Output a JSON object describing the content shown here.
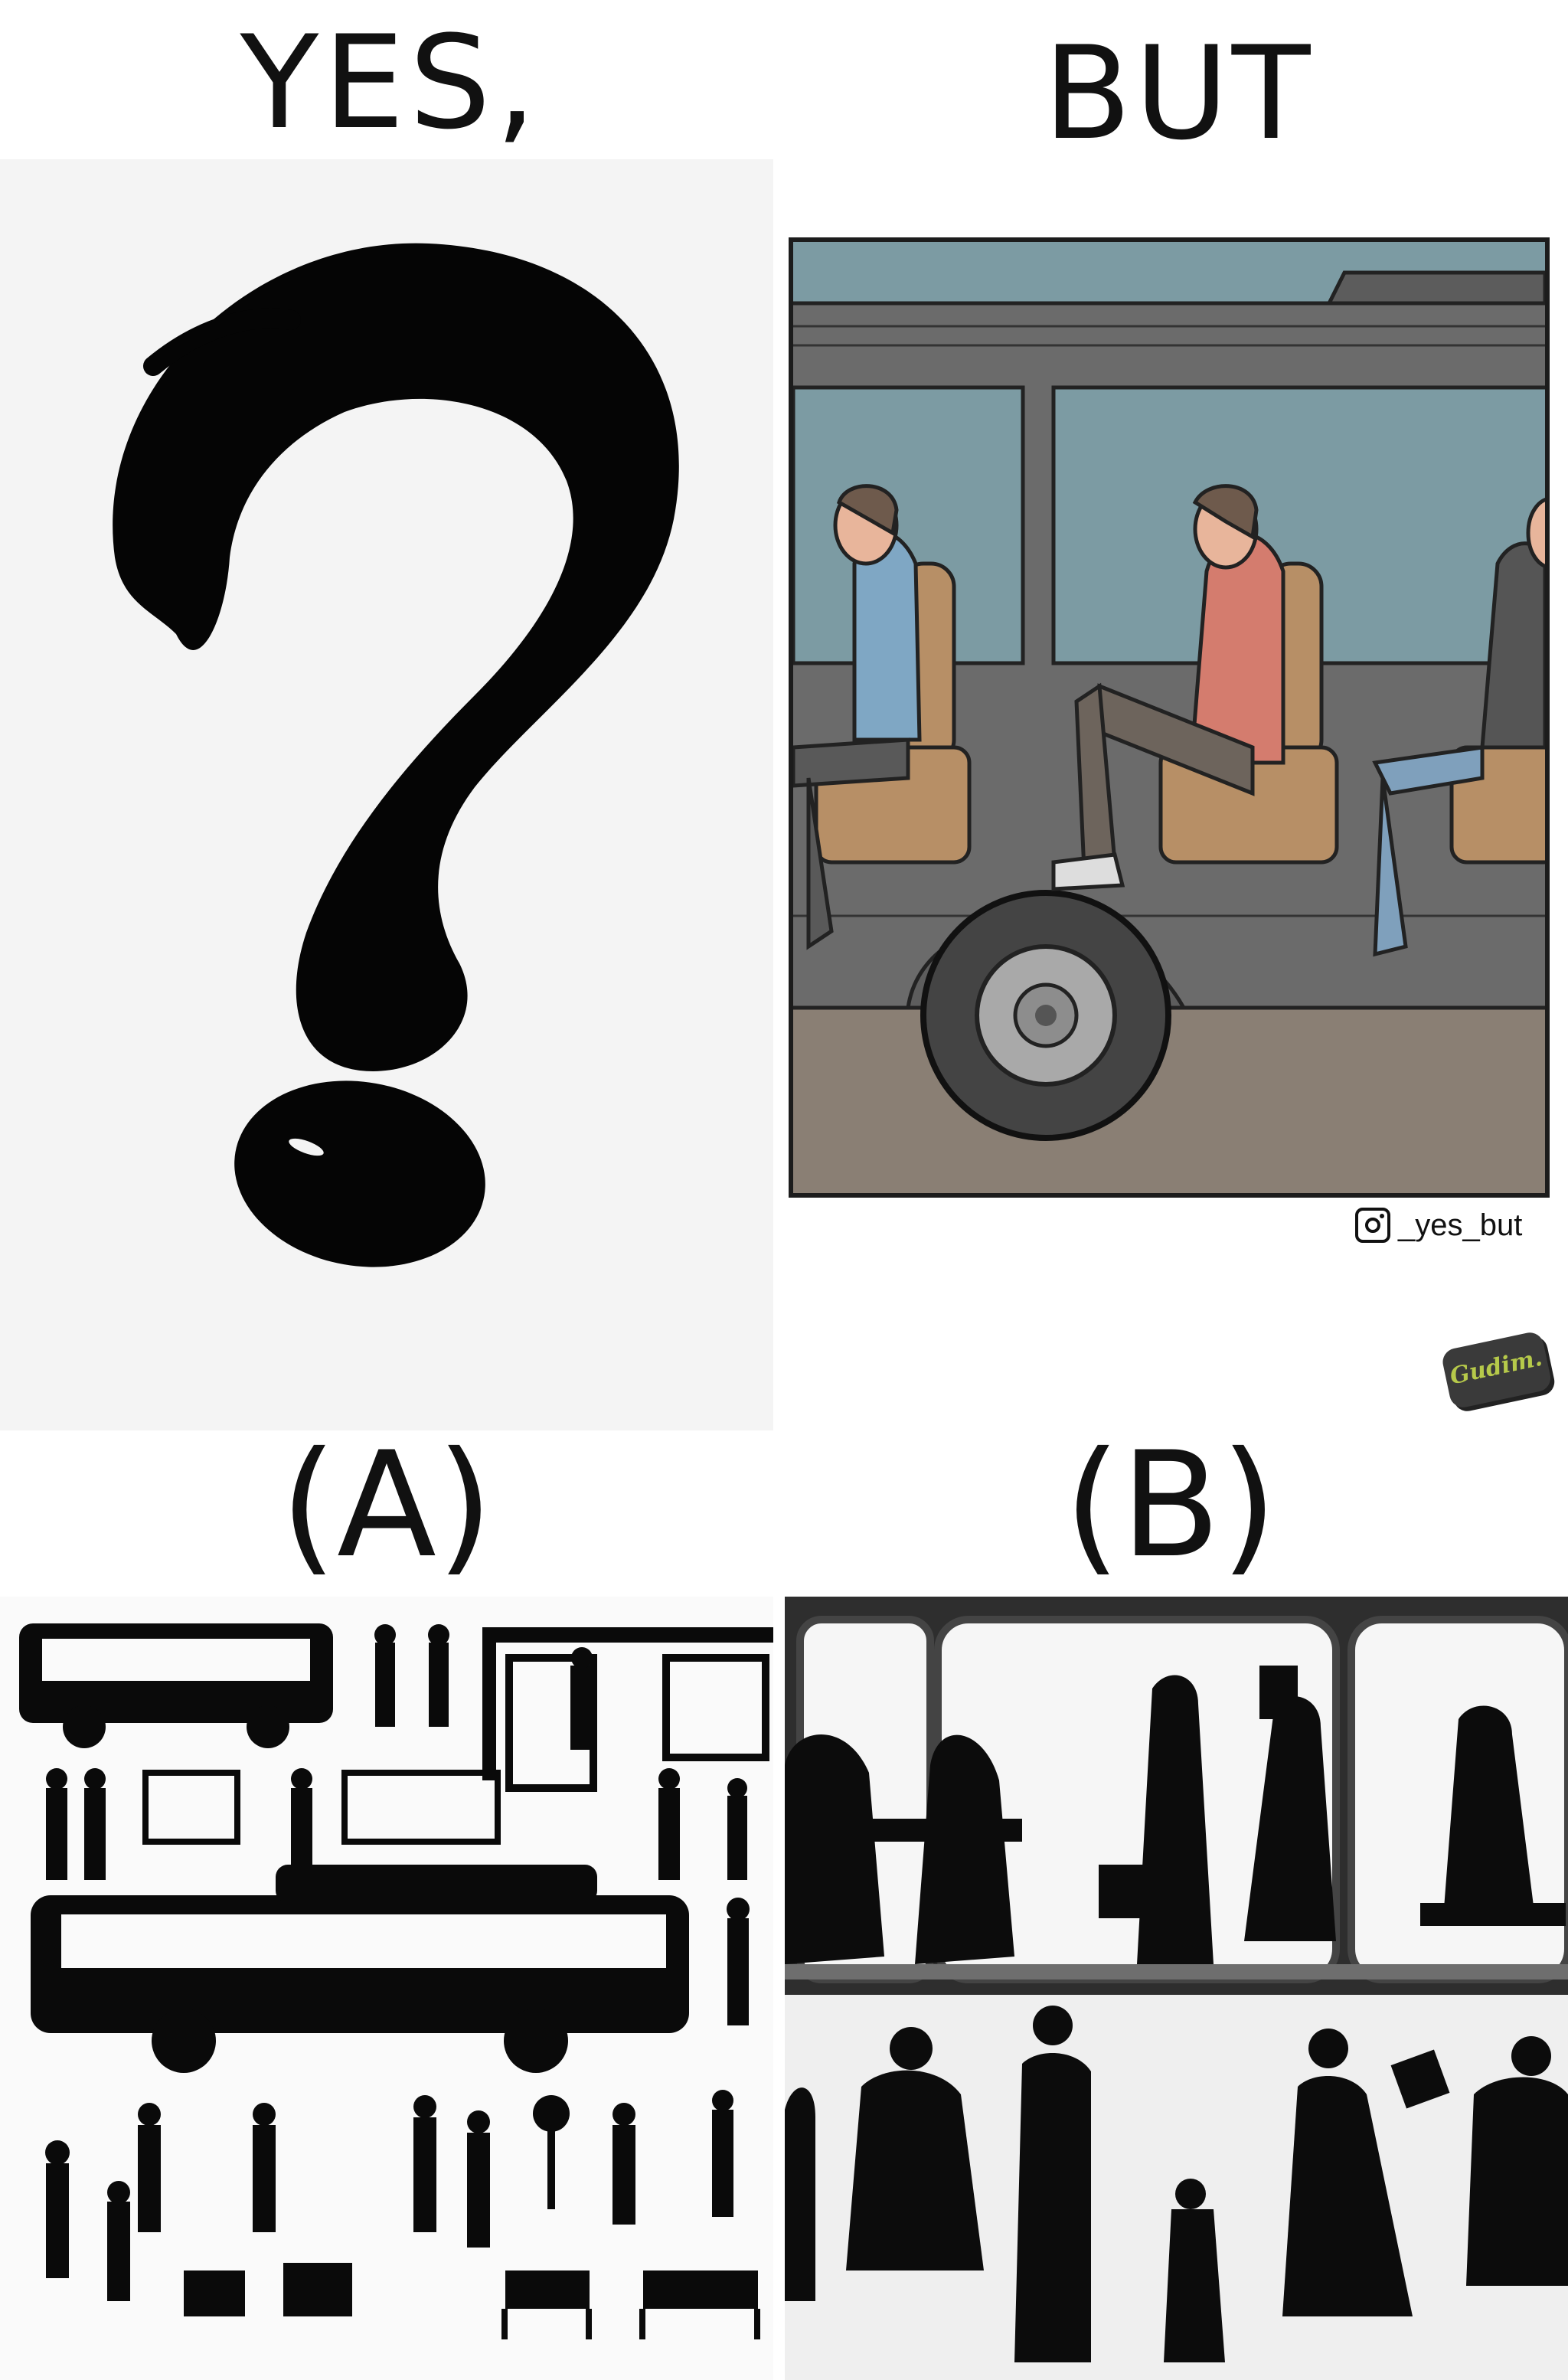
{
  "headings": {
    "yes": "YES,",
    "but": "BUT",
    "label_a": "(A)",
    "label_b": "(B)"
  },
  "credit": {
    "icon": "instagram-icon",
    "handle": "_yes_but"
  },
  "signature": {
    "text": "Gudim."
  },
  "colors": {
    "sky": "#7c9ba3",
    "bus_body": "#6b6b6b",
    "seat": "#b78f66",
    "shirt_blue": "#7fa7c4",
    "shirt_red": "#d47c6e",
    "ink": "#111111"
  }
}
